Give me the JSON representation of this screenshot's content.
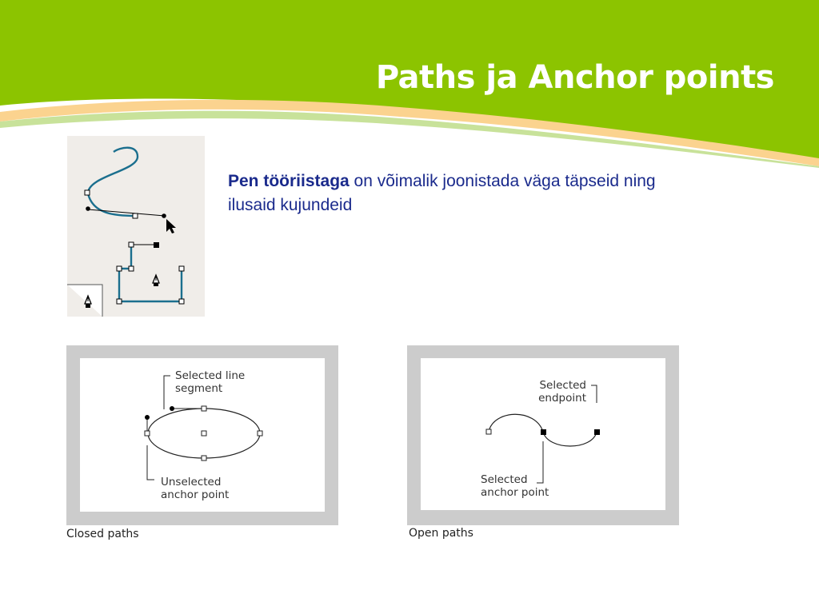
{
  "slide": {
    "title": "Paths ja Anchor points",
    "text_bold": "Pen tööriistaga",
    "text_rest": " on võimalik joonistada väga täpseid  ning ilusaid kujundeid"
  },
  "colors": {
    "header_green": "#8cc400",
    "wave_orange": "#fbd38f",
    "path_teal": "#1b6f8e",
    "text_navy": "#1a2a8c",
    "figure_gray": "#cccccc",
    "pen_bg": "#f0ede9"
  },
  "figures": {
    "pen_tool": {
      "icons": [
        "pen-tool-icon",
        "pen-cursor-icon",
        "arrow-cursor-icon"
      ]
    },
    "closed": {
      "caption": "Closed paths",
      "selected_line_1": "Selected line",
      "selected_line_2": "segment",
      "unselected_1": "Unselected",
      "unselected_2": "anchor point"
    },
    "open": {
      "caption": "Open paths",
      "endpoint_1": "Selected",
      "endpoint_2": "endpoint",
      "anchor_1": "Selected",
      "anchor_2": "anchor point"
    }
  }
}
